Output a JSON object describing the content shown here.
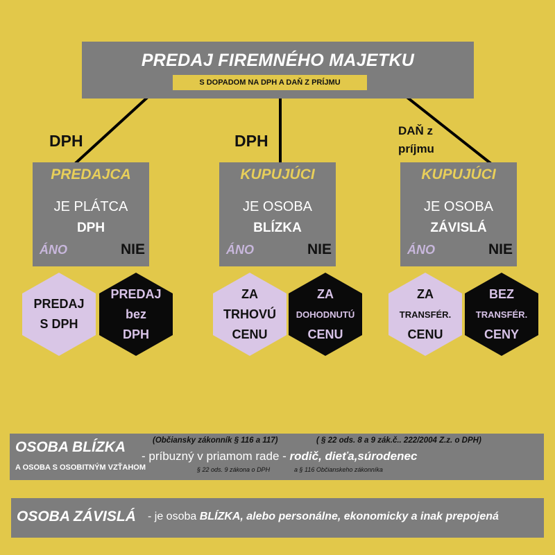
{
  "header": {
    "title": "PREDAJ FIREMNÉHO MAJETKU",
    "subtitle": "S DOPADOM NA DPH A DAŇ Z PRÍJMU"
  },
  "branches": [
    {
      "label": "DPH"
    },
    {
      "label": "DPH"
    },
    {
      "label_line1": "DAŇ z",
      "label_line2": "príjmu"
    }
  ],
  "boxes": [
    {
      "heading": "PREDAJCA",
      "line1": "JE PLÁTCA",
      "line2": "DPH",
      "yes": "ÁNO",
      "no": "NIE"
    },
    {
      "heading": "KUPUJÚCI",
      "line1": "JE OSOBA",
      "line2": "BLÍZKA",
      "yes": "ÁNO",
      "no": "NIE"
    },
    {
      "heading": "KUPUJÚCI",
      "line1": "JE OSOBA",
      "line2": "ZÁVISLÁ",
      "yes": "ÁNO",
      "no": "NIE"
    }
  ],
  "outcomes": [
    {
      "lines": [
        "PREDAJ",
        "S DPH"
      ]
    },
    {
      "lines": [
        "PREDAJ",
        "bez",
        "DPH"
      ]
    },
    {
      "lines": [
        "ZA",
        "TRHOVÚ",
        "CENU"
      ]
    },
    {
      "lines": [
        "ZA",
        "DOHODNUTÚ",
        "CENU"
      ]
    },
    {
      "lines": [
        "ZA",
        "TRANSFÉR.",
        "CENU"
      ]
    },
    {
      "lines": [
        "BEZ",
        "TRANSFÉR.",
        "CENY"
      ]
    }
  ],
  "notes": {
    "blizka": {
      "title": "OSOBA BLÍZKA",
      "ref_civil": "(Občiansky zákonník § 116 a 117)",
      "ref_vat": "( § 22 ods. 8  a 9 zák.č.. 222/2004 Z.z. o DPH)",
      "dash_text": "- príbuzný v priamom rade -",
      "relatives": "rodič, dieťa,súrodenec",
      "subtitle": "A OSOBA S OSOBITNÝM VZŤAHOM",
      "ref_bottom_1": "§ 22 ods. 9 zákona o DPH",
      "ref_bottom_2": "a § 116 Občianskeho zákonníka"
    },
    "zavisla": {
      "title": "OSOBA ZÁVISLÁ",
      "text_plain": "- je osoba",
      "text_bold": "BLÍZKA, alebo personálne, ekonomicky a inak prepojená"
    }
  },
  "colors": {
    "background": "#e2c84a",
    "box_grey": "#7d7d7d",
    "hex_light": "#d9c6e6",
    "hex_dark": "#0a0a0a",
    "heading_yellow": "#e8cf5a",
    "ano_lilac": "#c8b7dc"
  }
}
